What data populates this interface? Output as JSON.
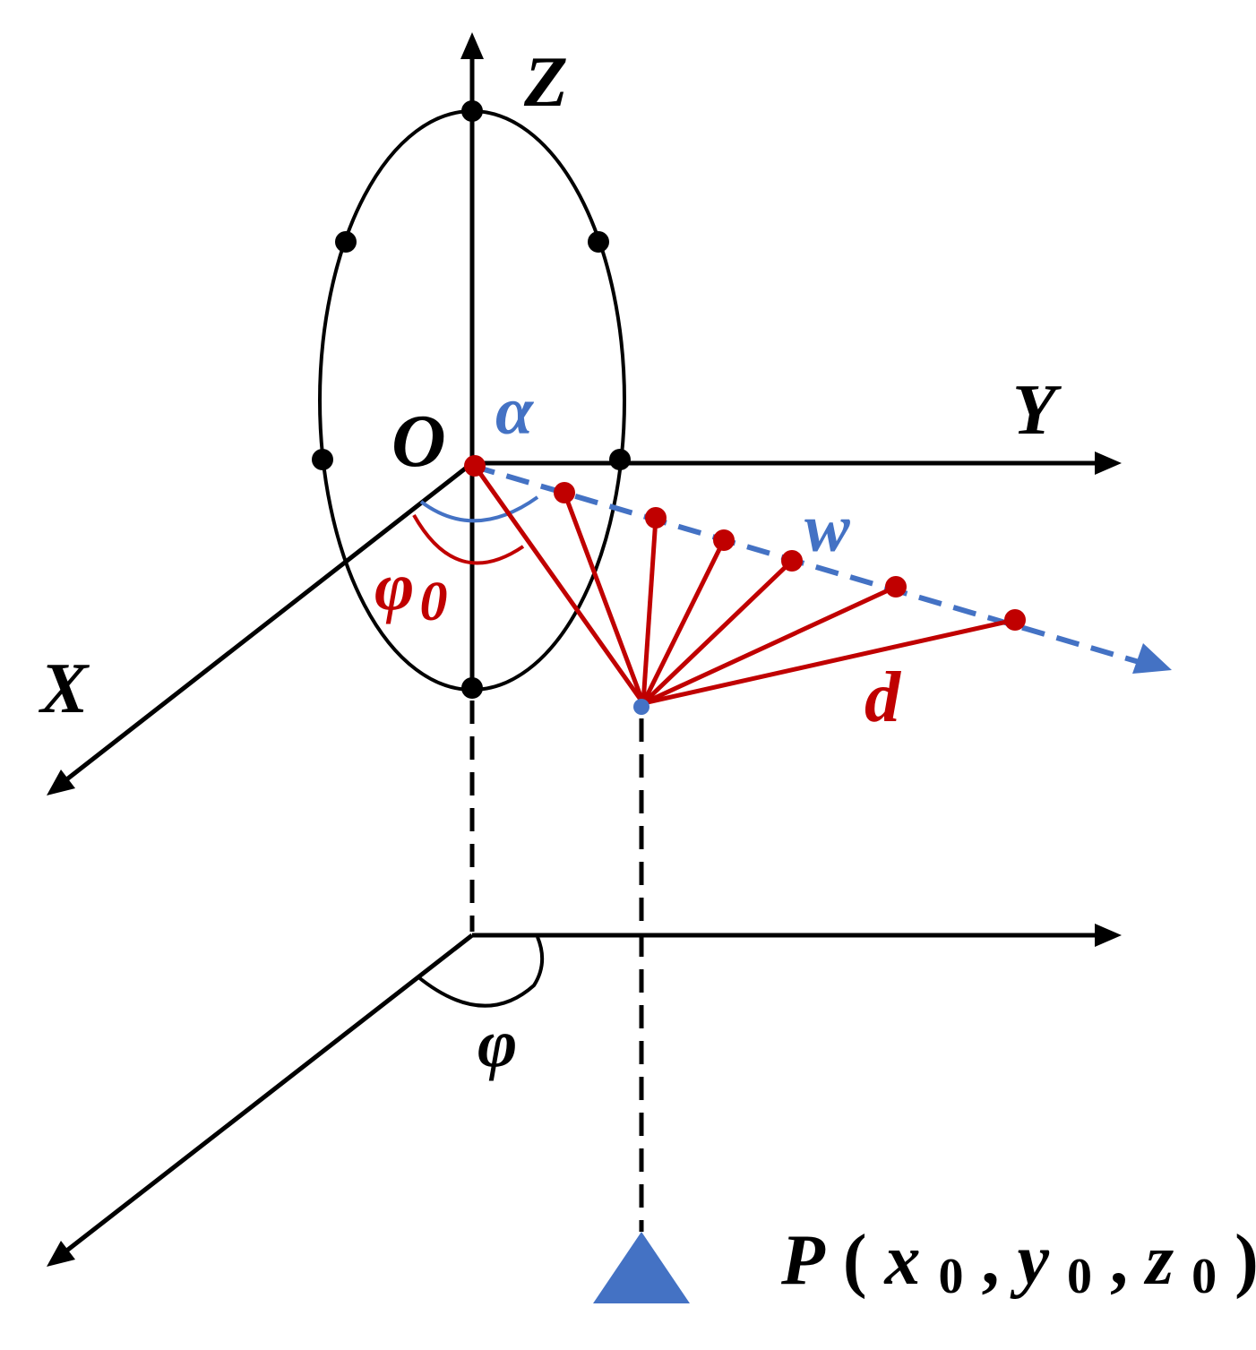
{
  "labels": {
    "z_axis": "Z",
    "y_axis": "Y",
    "x_axis": "X",
    "origin": "O",
    "alpha": "α",
    "w": "w",
    "phi0": "φ",
    "phi0_sub": "0",
    "d": "d",
    "phi": "φ",
    "point": {
      "name": "P",
      "open": " (",
      "x": "x",
      "y": "y",
      "z": "z",
      "sub": "0",
      "sep": ", ",
      "close": ")"
    }
  },
  "colors": {
    "axes": "#000000",
    "red": "#c00000",
    "blue": "#4472c4"
  },
  "icons": {
    "receiver": "triangle"
  }
}
